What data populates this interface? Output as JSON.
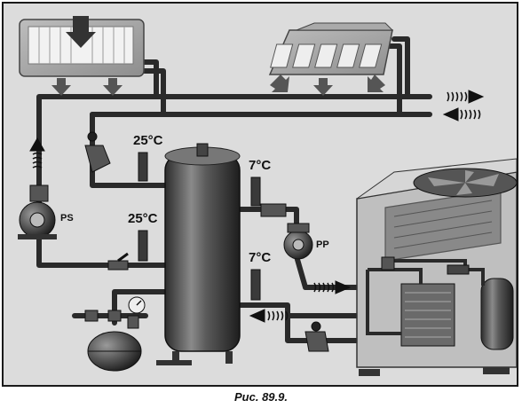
{
  "labels": {
    "t_in_top": "25°C",
    "t_in_bottom": "25°C",
    "t_out_top": "7°C",
    "t_out_bottom": "7°C",
    "pump_source": "PS",
    "pump_primary": "PP"
  },
  "caption": "Рис. 89.9.",
  "colors": {
    "background": "#dcdcdc",
    "pipe": "#2a2a2a",
    "metal_dark": "#3c3c3c",
    "metal_light": "#c8c8c8",
    "flow_arrow": "#111111"
  }
}
